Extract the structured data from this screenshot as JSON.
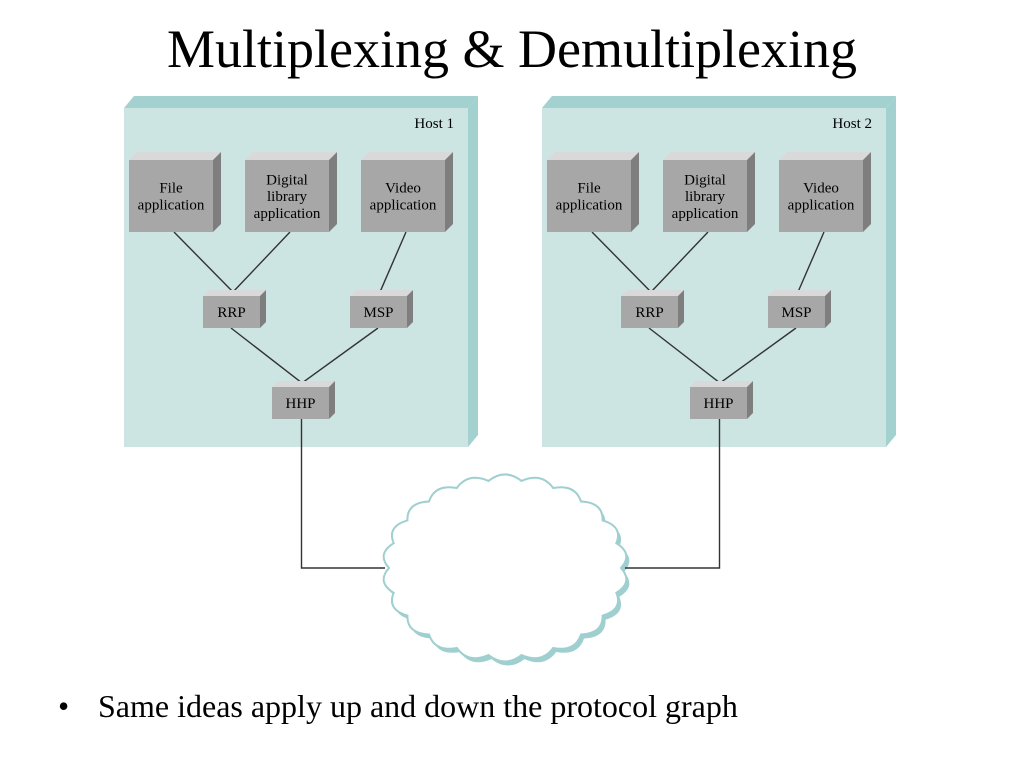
{
  "slide": {
    "title": "Multiplexing & Demultiplexing",
    "bullets": [
      {
        "symbol": "•",
        "text": "Same ideas apply up and down the protocol graph"
      }
    ]
  },
  "diagram": {
    "colors": {
      "host_panel": "#cde5e2",
      "host_panel_edge": "#a3d1cf",
      "box_front": "#a7a7a7",
      "box_top": "#d9d9d9",
      "box_side": "#7e7e7e",
      "connector": "#333333",
      "cloud_fill": "#ffffff",
      "cloud_outline": "#9fcfcf"
    },
    "hosts": [
      {
        "label": "Host 1",
        "applications": [
          {
            "lines": [
              "File",
              "application"
            ]
          },
          {
            "lines": [
              "Digital",
              "library",
              "application"
            ]
          },
          {
            "lines": [
              "Video",
              "application"
            ]
          }
        ],
        "protocols": [
          "RRP",
          "MSP"
        ],
        "bottom_protocol": "HHP"
      },
      {
        "label": "Host 2",
        "applications": [
          {
            "lines": [
              "File",
              "application"
            ]
          },
          {
            "lines": [
              "Digital",
              "library",
              "application"
            ]
          },
          {
            "lines": [
              "Video",
              "application"
            ]
          }
        ],
        "protocols": [
          "RRP",
          "MSP"
        ],
        "bottom_protocol": "HHP"
      }
    ],
    "network": {
      "shape": "cloud"
    }
  }
}
